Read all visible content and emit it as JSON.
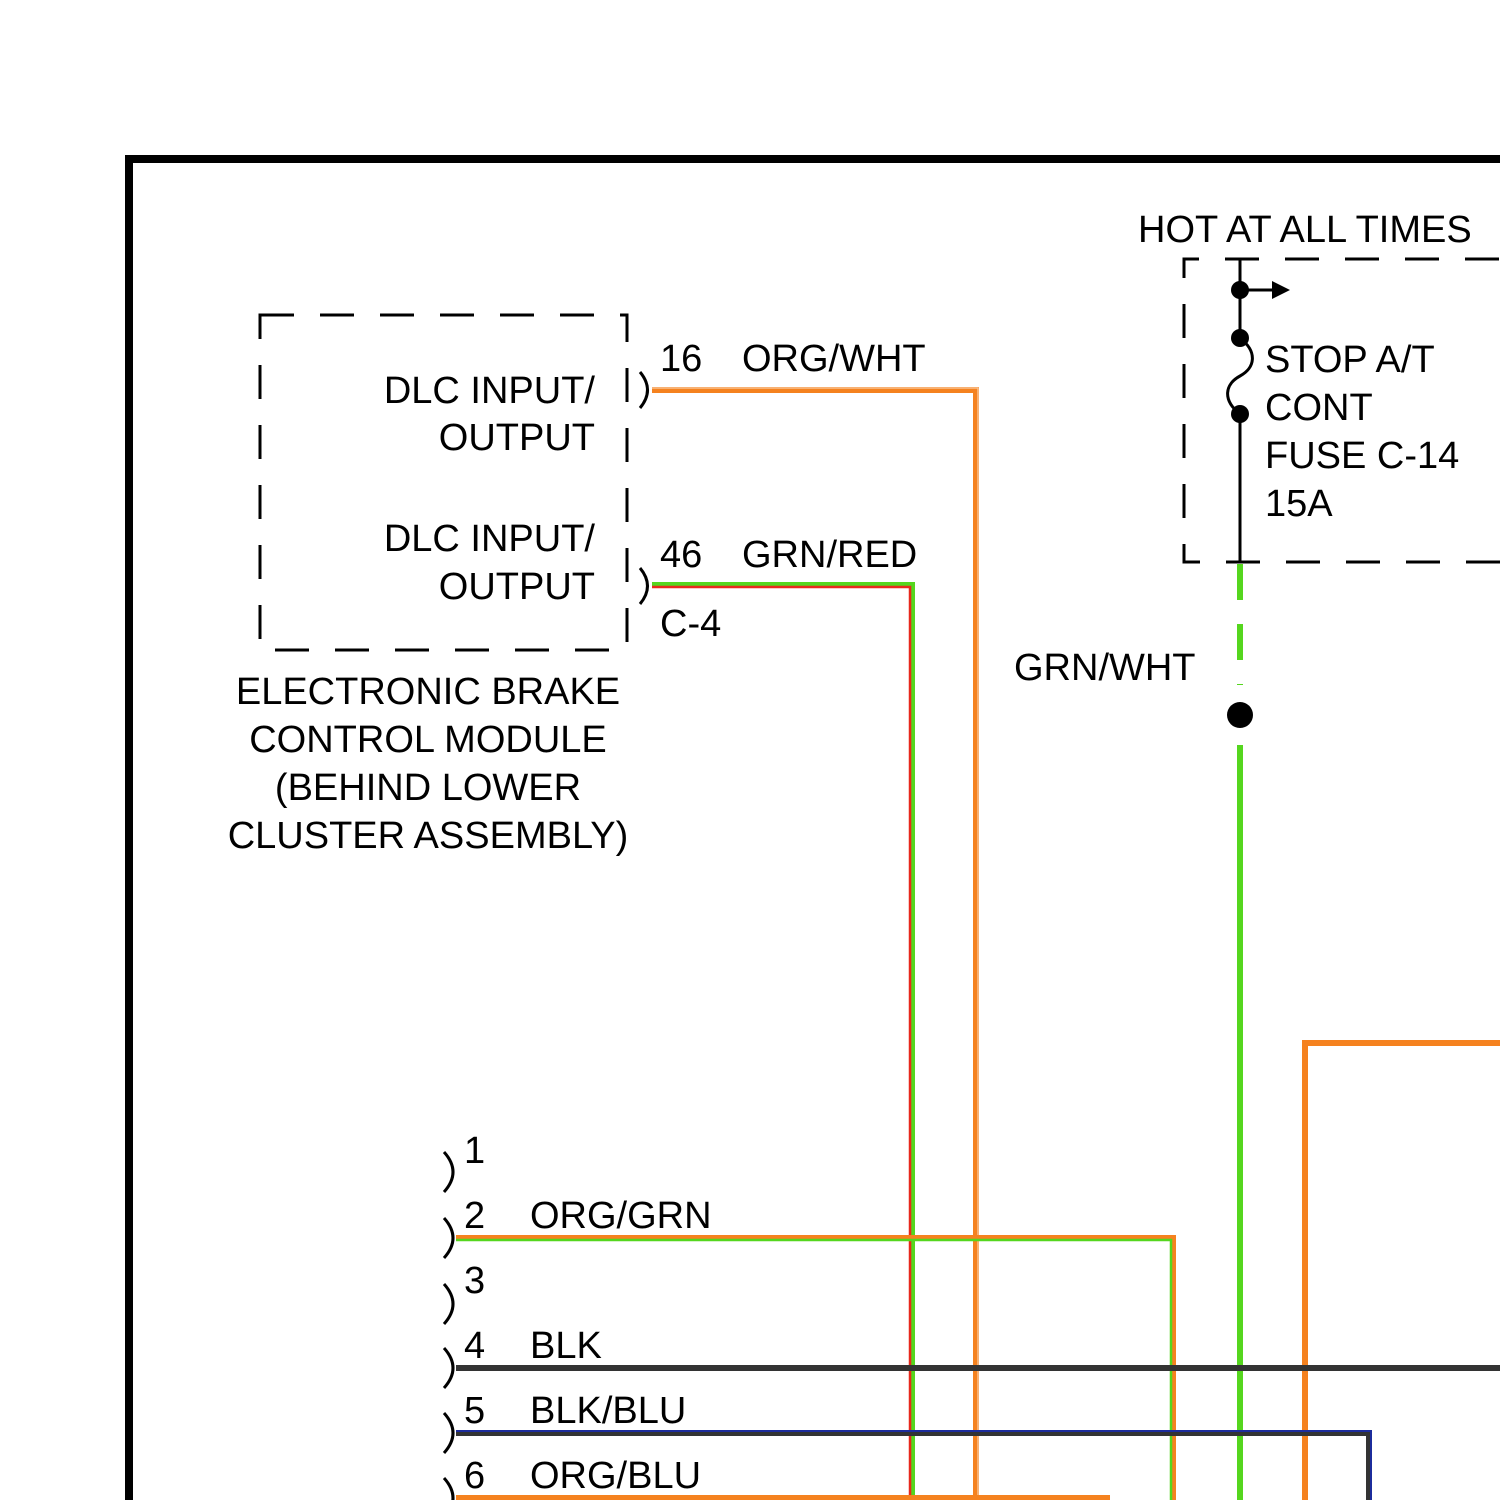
{
  "module": {
    "pin_rows": [
      {
        "line1": "DLC INPUT/",
        "line2": "OUTPUT"
      },
      {
        "line1": "DLC INPUT/",
        "line2": "OUTPUT"
      }
    ],
    "name_lines": [
      "ELECTRONIC BRAKE",
      "CONTROL MODULE",
      "(BEHIND LOWER",
      "CLUSTER ASSEMBLY)"
    ],
    "connector": "C-4"
  },
  "pins_top": [
    {
      "pin": "16",
      "wire": "ORG/WHT"
    },
    {
      "pin": "46",
      "wire": "GRN/RED"
    }
  ],
  "fuse": {
    "header": "HOT AT ALL TIMES",
    "lines": [
      "STOP A/T",
      "CONT",
      "FUSE C-14",
      "15A"
    ],
    "out_wire": "GRN/WHT"
  },
  "dlc_pins": [
    {
      "pin": "1",
      "wire": ""
    },
    {
      "pin": "2",
      "wire": "ORG/GRN"
    },
    {
      "pin": "3",
      "wire": ""
    },
    {
      "pin": "4",
      "wire": "BLK"
    },
    {
      "pin": "5",
      "wire": "BLK/BLU"
    },
    {
      "pin": "6",
      "wire": "ORG/BLU"
    }
  ],
  "colors": {
    "orange": "#f5821f",
    "green": "#55d61e",
    "red": "#e8291c",
    "black": "#333333",
    "blue": "#1c2c9c"
  }
}
